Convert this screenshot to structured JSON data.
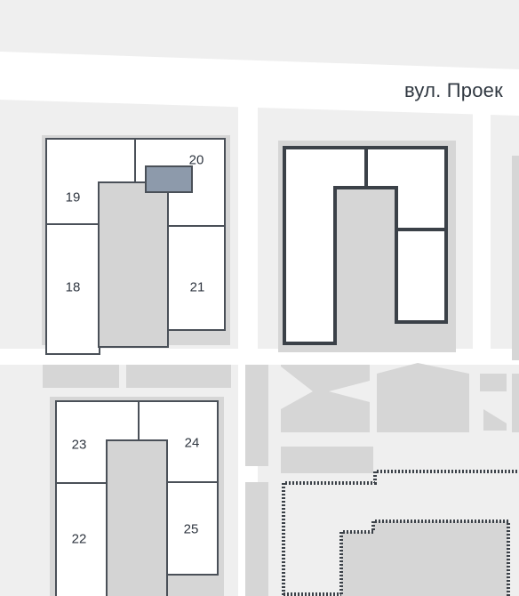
{
  "map": {
    "street_name": "вул. Проек",
    "colors": {
      "background": "#efefef",
      "road": "#ffffff",
      "block": "#d6d6d6",
      "section_fill": "#ffffff",
      "section_stroke": "#4a5058",
      "building_highlight_stroke": "#3b4148",
      "selected_unit": "#8d9aab",
      "construction_border": "#3b4148"
    },
    "buildings": [
      {
        "id": "building-a",
        "sections": [
          {
            "id": "section-19",
            "label": "19"
          },
          {
            "id": "section-20",
            "label": "20",
            "has_selected_unit": true
          },
          {
            "id": "section-18",
            "label": "18"
          },
          {
            "id": "section-21",
            "label": "21"
          }
        ]
      },
      {
        "id": "building-b",
        "highlighted": true,
        "sections": []
      },
      {
        "id": "building-c",
        "sections": [
          {
            "id": "section-23",
            "label": "23"
          },
          {
            "id": "section-24",
            "label": "24"
          },
          {
            "id": "section-22",
            "label": "22"
          },
          {
            "id": "section-25",
            "label": "25"
          }
        ]
      }
    ],
    "construction_area": {
      "border_style": "dotted"
    }
  }
}
